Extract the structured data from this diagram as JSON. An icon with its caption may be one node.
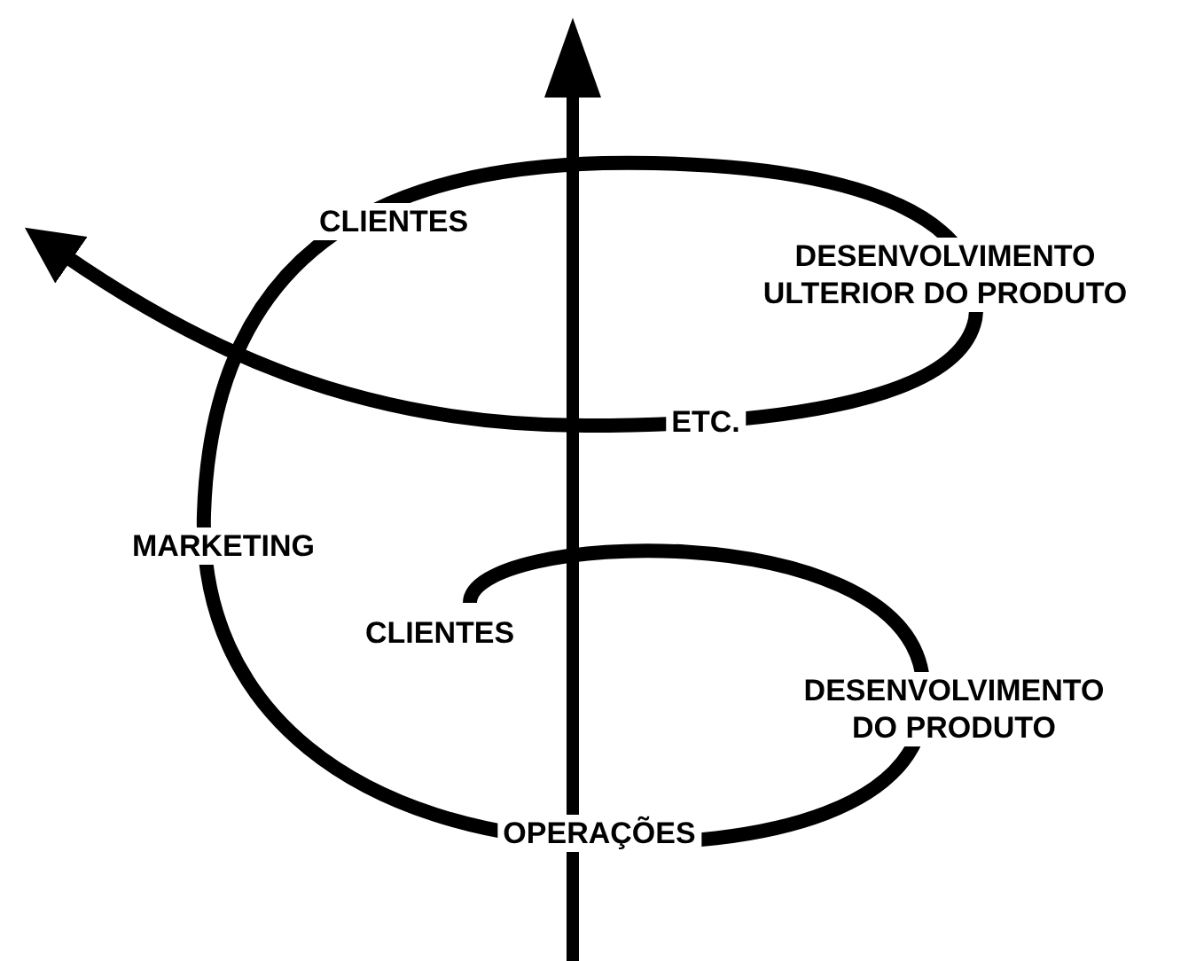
{
  "diagram": {
    "labels": [
      "CLIENTES",
      "DESENVOLVIMENTO ULTERIOR DO PRODUTO",
      "ETC.",
      "MARKETING",
      "CLIENTES",
      "DESENVOLVIMENTO DO PRODUTO",
      "OPERAÇÕES"
    ]
  }
}
